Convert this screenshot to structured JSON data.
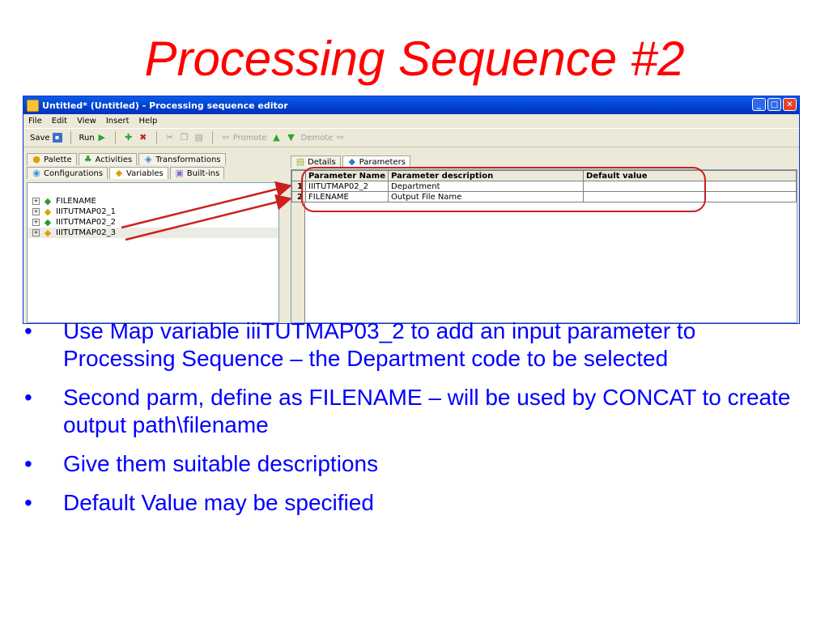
{
  "slide": {
    "title": "Processing Sequence #2"
  },
  "window": {
    "title": "Untitled* (Untitled) - Processing sequence editor",
    "controls": {
      "minimize": "_",
      "maximize": "□",
      "close": "✕"
    }
  },
  "menu": [
    "File",
    "Edit",
    "View",
    "Insert",
    "Help"
  ],
  "toolbar": {
    "save_label": "Save",
    "run_label": "Run",
    "promote_label": "Promote",
    "demote_label": "Demote"
  },
  "left_tabs": {
    "row1": [
      "Palette",
      "Activities",
      "Transformations"
    ],
    "row2": [
      "Configurations",
      "Variables",
      "Built-ins"
    ]
  },
  "tree_items": [
    "FILENAME",
    "IIITUTMAP02_1",
    "IIITUTMAP02_2",
    "IIITUTMAP02_3"
  ],
  "right_tabs": [
    "Details",
    "Parameters"
  ],
  "parameters": {
    "headers": [
      "Parameter Name",
      "Parameter description",
      "Default value"
    ],
    "rows": [
      {
        "num": "1",
        "name": "IIITUTMAP02_2",
        "description": "Department",
        "default": ""
      },
      {
        "num": "2",
        "name": "FILENAME",
        "description": "Output File Name",
        "default": ""
      }
    ]
  },
  "bullets": [
    "Use Map variable iiiTUTMAP03_2 to add an input parameter to Processing Sequence – the Department code to be selected",
    "Second parm, define as FILENAME – will be used by CONCAT to create output path\\filename",
    "Give them suitable descriptions",
    "Default Value may be specified"
  ],
  "colors": {
    "title": "#ff0000",
    "bullets": "#0000ff",
    "callout": "#cc2020"
  }
}
